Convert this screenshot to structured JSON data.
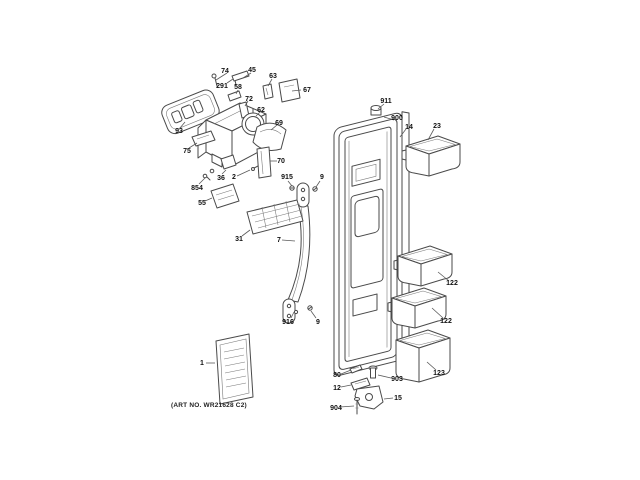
{
  "diagram": {
    "art_no": "(ART NO. WR21628 C2)",
    "colors": {
      "line": "#4a4a4a",
      "label": "#111111",
      "background": "#ffffff"
    },
    "parts": [
      {
        "label": "74"
      },
      {
        "label": "291"
      },
      {
        "label": "45"
      },
      {
        "label": "63"
      },
      {
        "label": "67"
      },
      {
        "label": "58"
      },
      {
        "label": "72"
      },
      {
        "label": "62"
      },
      {
        "label": "69"
      },
      {
        "label": "93"
      },
      {
        "label": "75"
      },
      {
        "label": "70"
      },
      {
        "label": "854"
      },
      {
        "label": "36"
      },
      {
        "label": "2"
      },
      {
        "label": "55"
      },
      {
        "label": "31"
      },
      {
        "label": "915"
      },
      {
        "label": "9"
      },
      {
        "label": "7"
      },
      {
        "label": "911"
      },
      {
        "label": "900"
      },
      {
        "label": "14"
      },
      {
        "label": "23"
      },
      {
        "label": "122"
      },
      {
        "label": "122"
      },
      {
        "label": "123"
      },
      {
        "label": "916"
      },
      {
        "label": "9"
      },
      {
        "label": "80"
      },
      {
        "label": "903"
      },
      {
        "label": "12"
      },
      {
        "label": "15"
      },
      {
        "label": "904"
      },
      {
        "label": "1"
      }
    ]
  }
}
